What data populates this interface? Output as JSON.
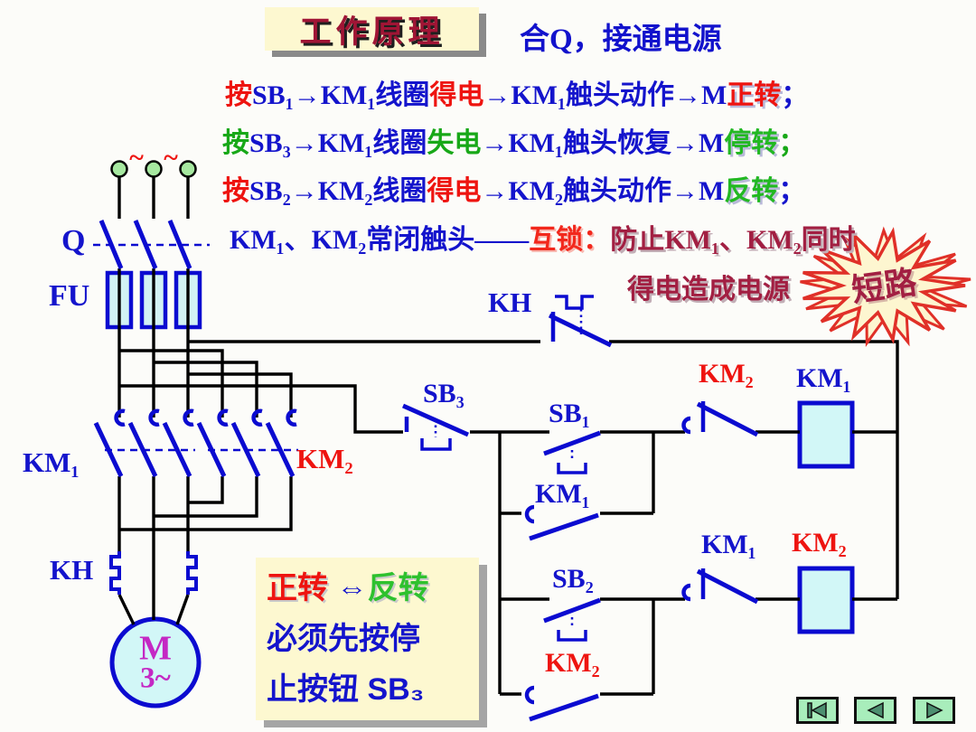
{
  "palette": {
    "accent_blue": "#1414cc",
    "accent_red": "#ee1410",
    "accent_green": "#18a818",
    "maroon": "#a21f42",
    "wire_black": "#000000",
    "symbol_blue": "#0b0bd0",
    "device_fill": "#d2f2f4",
    "terminal_green": "#a6e8a0",
    "cream_box": "#fdf8d0",
    "nav_green": "#a8edbb",
    "motor_magenta": "#c428c4"
  },
  "slide": {
    "title": "工作原理",
    "subtitle": "合Q，接通电源",
    "lines": [
      {
        "segments": [
          {
            "t": "按",
            "c": "red"
          },
          {
            "t": "SB₁→KM₁线圈",
            "c": "blue"
          },
          {
            "t": "得电",
            "c": "red"
          },
          {
            "t": "→KM₁触头动作→M",
            "c": "blue"
          },
          {
            "t": "正转",
            "c": "red-shadow"
          },
          {
            "t": "；",
            "c": "blue"
          }
        ]
      },
      {
        "segments": [
          {
            "t": "按",
            "c": "green"
          },
          {
            "t": "SB₃→KM₁线圈",
            "c": "blue"
          },
          {
            "t": "失电",
            "c": "green"
          },
          {
            "t": "→KM₁触头恢复→M",
            "c": "blue"
          },
          {
            "t": "停转",
            "c": "green-shadow"
          },
          {
            "t": "；",
            "c": "green"
          }
        ]
      },
      {
        "segments": [
          {
            "t": "按",
            "c": "red"
          },
          {
            "t": "SB₂→KM₂线圈",
            "c": "blue"
          },
          {
            "t": "得电",
            "c": "red"
          },
          {
            "t": "→KM₂触头动作→M",
            "c": "blue"
          },
          {
            "t": "反转",
            "c": "green-shadow"
          },
          {
            "t": "；",
            "c": "blue"
          }
        ]
      },
      {
        "segments": [
          {
            "t": "KM₁、KM₂常闭触头——",
            "c": "blue"
          },
          {
            "t": "互锁：",
            "c": "red-outline"
          },
          {
            "t": "防止KM₁、KM₂同时",
            "c": "maroon"
          }
        ]
      },
      {
        "segments": [
          {
            "t": "得电造成电源",
            "c": "maroon"
          }
        ]
      }
    ],
    "burst_label": "短路",
    "note_box": {
      "line1": [
        {
          "t": "正转",
          "c": "red"
        },
        {
          "t": " ⇔",
          "c": "blue"
        },
        {
          "t": "反转",
          "c": "green"
        }
      ],
      "line2": "必须先按停",
      "line3": "止按钮 SB₃"
    }
  },
  "circuit": {
    "supply_tildes": [
      "~",
      "~"
    ],
    "labels": {
      "q": "Q",
      "fu": "FU",
      "km1_main": "KM₁",
      "km2_main": "KM₂",
      "kh_main": "KH",
      "motor_m": "M",
      "motor_phase": "3~",
      "kh_ctrl": "KH",
      "sb3": "SB₃",
      "sb1": "SB₁",
      "sb2": "SB₂",
      "km1_aux": "KM₁",
      "km2_nc": "KM₂",
      "km1_coil": "KM₁",
      "km1_nc": "KM₁",
      "km2_coil": "KM₂",
      "km2_aux": "KM₂"
    }
  },
  "nav": {
    "buttons": [
      {
        "icon": "first"
      },
      {
        "icon": "previous"
      },
      {
        "icon": "next"
      }
    ]
  }
}
